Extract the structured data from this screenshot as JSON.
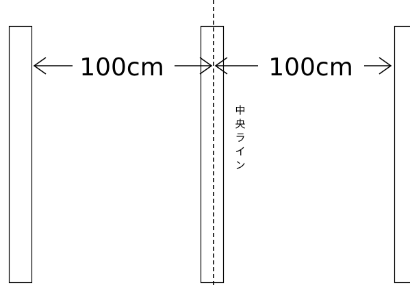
{
  "diagram": {
    "left_spacing_label": "100cm",
    "right_spacing_label": "100cm",
    "center_line_label": "中央ライン",
    "colors": {
      "stroke": "#000000",
      "background": "#ffffff"
    }
  }
}
